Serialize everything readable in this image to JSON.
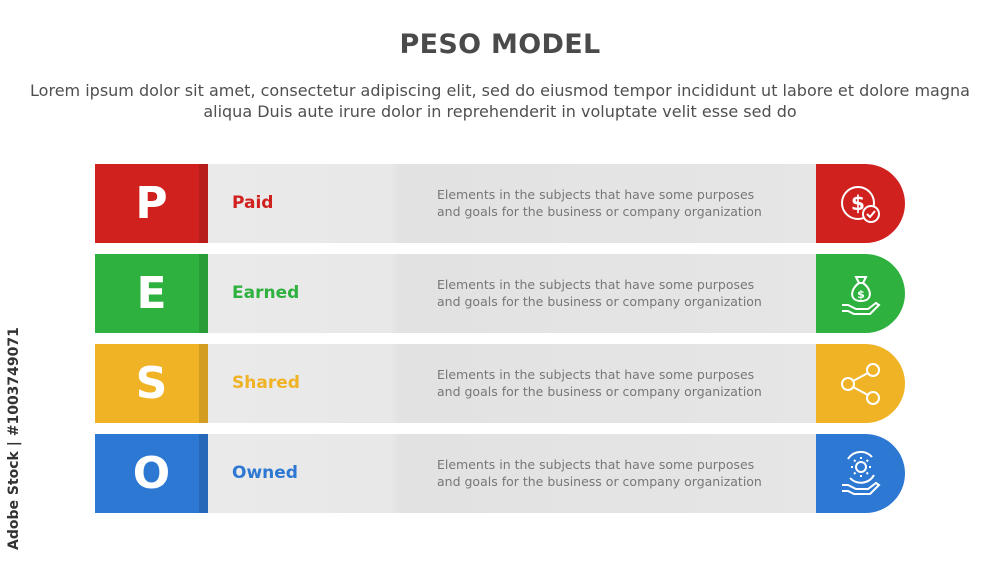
{
  "title": "PESO MODEL",
  "subtitle": "Lorem ipsum dolor sit amet, consectetur adipiscing elit, sed do eiusmod tempor incididunt ut labore et dolore magna aliqua Duis aute irure dolor in reprehenderit in voluptate velit esse sed do",
  "watermark": "Adobe Stock | #1003749071",
  "rows": [
    {
      "letter": "P",
      "label": "Paid",
      "description": "Elements in the subjects that have some purposes and goals for the business or company organization",
      "color": "#d0211f",
      "icon": "dollar-check-icon"
    },
    {
      "letter": "E",
      "label": "Earned",
      "description": "Elements in the subjects that have some purposes and goals for the business or company organization",
      "color": "#2fb13f",
      "icon": "money-bag-hand-icon"
    },
    {
      "letter": "S",
      "label": "Shared",
      "description": "Elements in the subjects that have some purposes and goals for the business or company organization",
      "color": "#f0b325",
      "icon": "share-icon"
    },
    {
      "letter": "O",
      "label": "Owned",
      "description": "Elements in the subjects that have some purposes and goals for the business or company organization",
      "color": "#2d78d2",
      "icon": "gear-hand-icon"
    }
  ]
}
